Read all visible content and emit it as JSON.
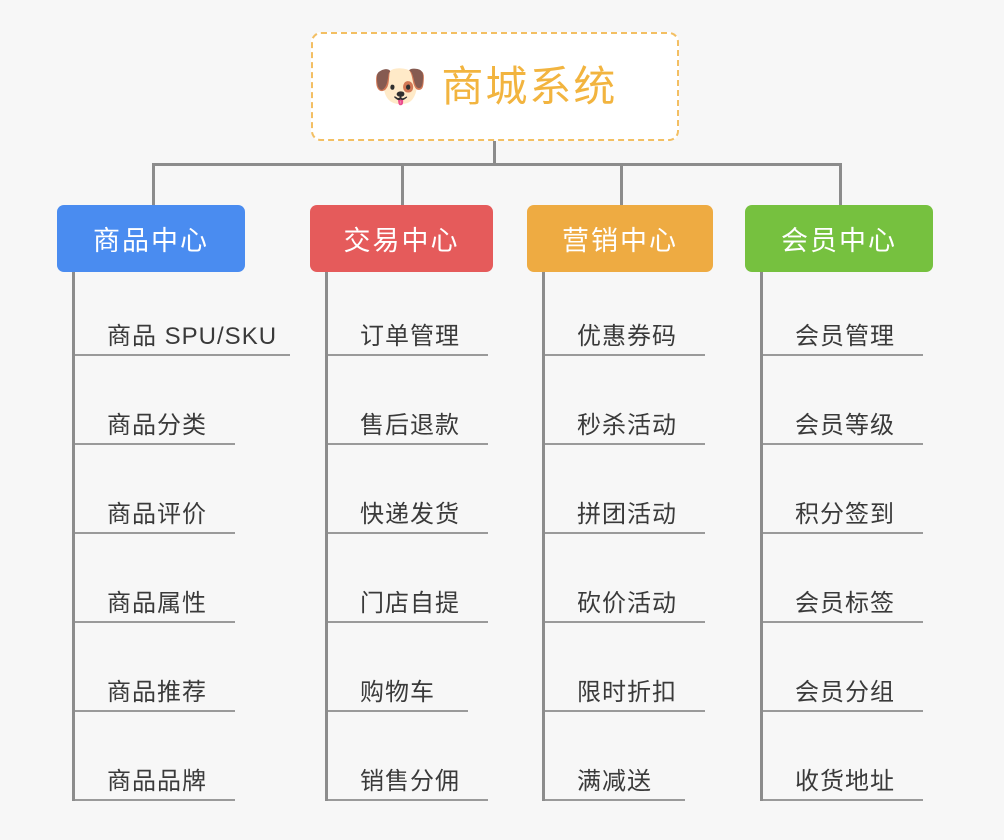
{
  "diagram": {
    "type": "mindmap-org-chart",
    "background_color": "#f7f7f7",
    "connector_color": "#8c8c8c"
  },
  "root": {
    "icon": "shiba-dog-face-emoji",
    "icon_glyph": "🐶",
    "title": "商城系统",
    "title_color": "#f2b43f",
    "border_color": "#f3bf63",
    "border_style": "dashed",
    "background_color": "#ffffff"
  },
  "categories": [
    {
      "label": "商品中心",
      "color": "#4a8cf0",
      "items": [
        {
          "label": "商品 SPU/SKU",
          "width_class": "w-xl"
        },
        {
          "label": "商品分类",
          "width_class": "w-md"
        },
        {
          "label": "商品评价",
          "width_class": "w-md"
        },
        {
          "label": "商品属性",
          "width_class": "w-md"
        },
        {
          "label": "商品推荐",
          "width_class": "w-md"
        },
        {
          "label": "商品品牌",
          "width_class": "w-md"
        }
      ]
    },
    {
      "label": "交易中心",
      "color": "#e55b5b",
      "items": [
        {
          "label": "订单管理",
          "width_class": "w-md"
        },
        {
          "label": "售后退款",
          "width_class": "w-md"
        },
        {
          "label": "快递发货",
          "width_class": "w-md"
        },
        {
          "label": "门店自提",
          "width_class": "w-md"
        },
        {
          "label": "购物车",
          "width_class": "w-sm"
        },
        {
          "label": "销售分佣",
          "width_class": "w-md"
        }
      ]
    },
    {
      "label": "营销中心",
      "color": "#eeab42",
      "items": [
        {
          "label": "优惠券码",
          "width_class": "w-md"
        },
        {
          "label": "秒杀活动",
          "width_class": "w-md"
        },
        {
          "label": "拼团活动",
          "width_class": "w-md"
        },
        {
          "label": "砍价活动",
          "width_class": "w-md"
        },
        {
          "label": "限时折扣",
          "width_class": "w-md"
        },
        {
          "label": "满减送",
          "width_class": "w-sm"
        }
      ]
    },
    {
      "label": "会员中心",
      "color": "#76c13f",
      "items": [
        {
          "label": "会员管理",
          "width_class": "w-md"
        },
        {
          "label": "会员等级",
          "width_class": "w-md"
        },
        {
          "label": "积分签到",
          "width_class": "w-md"
        },
        {
          "label": "会员标签",
          "width_class": "w-md"
        },
        {
          "label": "会员分组",
          "width_class": "w-md"
        },
        {
          "label": "收货地址",
          "width_class": "w-md"
        }
      ]
    }
  ]
}
